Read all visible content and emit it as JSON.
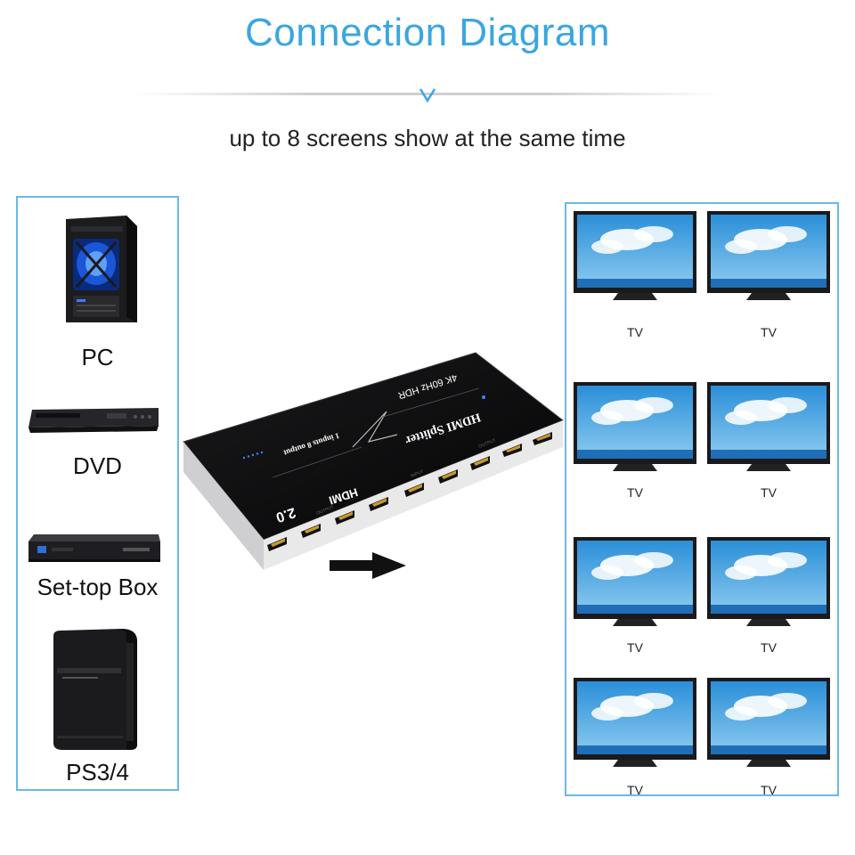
{
  "header": {
    "title": "Connection Diagram",
    "subtitle": "up to 8 screens show at the same time",
    "accent_color": "#3aa6e0"
  },
  "sources": [
    {
      "label": "PC",
      "icon": "pc-tower-icon"
    },
    {
      "label": "DVD",
      "icon": "dvd-player-icon"
    },
    {
      "label": "Set-top Box",
      "icon": "set-top-box-icon"
    },
    {
      "label": "PS3/4",
      "icon": "game-console-icon"
    }
  ],
  "splitter": {
    "spec": "4K 60Hz HDR",
    "brand": "HDMI Splitter",
    "io": "1 inputs 8 output",
    "version": "2.0",
    "logo": "HDMI",
    "port_group_output": "OUTPUT",
    "port_group_input": "INPUT"
  },
  "outputs": [
    {
      "label": "TV"
    },
    {
      "label": "TV"
    },
    {
      "label": "TV"
    },
    {
      "label": "TV"
    },
    {
      "label": "TV"
    },
    {
      "label": "TV"
    },
    {
      "label": "TV"
    },
    {
      "label": "TV"
    }
  ]
}
